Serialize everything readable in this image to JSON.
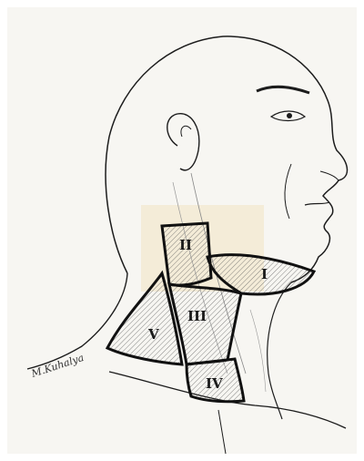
{
  "figure": {
    "zones": [
      {
        "id": "I",
        "label": "I"
      },
      {
        "id": "II",
        "label": "II"
      },
      {
        "id": "III",
        "label": "III"
      },
      {
        "id": "IV",
        "label": "IV"
      },
      {
        "id": "V",
        "label": "V"
      }
    ],
    "signature": "M.Kuhalya"
  },
  "colors": {
    "paper": "#f7f6f2",
    "ink": "#1c1c1c",
    "zone_outline": "#111111",
    "highlight": "#f3ead1"
  }
}
